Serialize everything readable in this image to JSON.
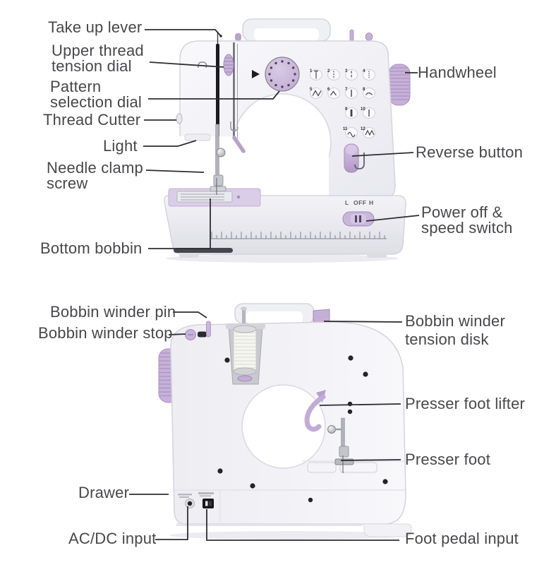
{
  "front_view": {
    "labels": {
      "take_up_lever": "Take up lever",
      "upper_thread_tension_dial": "Upper thread\ntension dial",
      "pattern_selection_dial": "Pattern\nselection dial",
      "thread_cutter": "Thread Cutter",
      "light": "Light",
      "needle_clamp_screw": "Needle clamp\nscrew",
      "bottom_bobbin": "Bottom bobbin",
      "handwheel": "Handwheel",
      "reverse_button": "Reverse button",
      "power_off_speed_switch": "Power off &\nspeed switch"
    },
    "machine_text": {
      "switch_low": "L",
      "switch_off": "OFF",
      "switch_high": "H",
      "stitch_numbers": [
        "1",
        "2",
        "3",
        "4",
        "5",
        "6",
        "7",
        "8",
        "9",
        "10",
        "11",
        "12"
      ]
    }
  },
  "back_view": {
    "labels": {
      "bobbin_winder_pin": "Bobbin winder pin",
      "bobbin_winder_stop": "Bobbin winder stop",
      "bobbin_winder_tension_disk": "Bobbin winder\ntension disk",
      "presser_foot_lifter": "Presser foot lifter",
      "presser_foot": "Presser foot",
      "drawer": "Drawer",
      "ac_dc_input": "AC/DC input",
      "foot_pedal_input": "Foot pedal input"
    }
  },
  "colors": {
    "accent_purple": "#c6b2d7",
    "accent_purple_dark": "#a690bc",
    "machine_body": "#f4f4f8",
    "label_text": "#48484c",
    "leader_line": "#2e2e32"
  }
}
